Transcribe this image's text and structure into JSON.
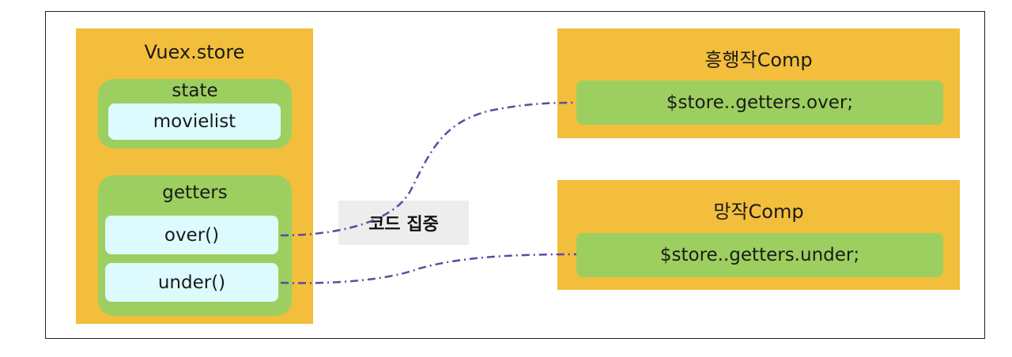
{
  "store": {
    "title": "Vuex.store",
    "state_label": "state",
    "state_items": [
      "movielist"
    ],
    "getters_label": "getters",
    "getter_items": [
      "over()",
      "under()"
    ]
  },
  "components": [
    {
      "title": "흥행작Comp",
      "code": "$store..getters.over;"
    },
    {
      "title": "망작Comp",
      "code": "$store..getters.under;"
    }
  ],
  "callout": "코드 집중",
  "colors": {
    "container": "#F3BE3C",
    "group": "#9CCF5F",
    "item": "#DDFBFF",
    "connector": "#5B4BA0",
    "callout_bg": "#EDEDED"
  }
}
